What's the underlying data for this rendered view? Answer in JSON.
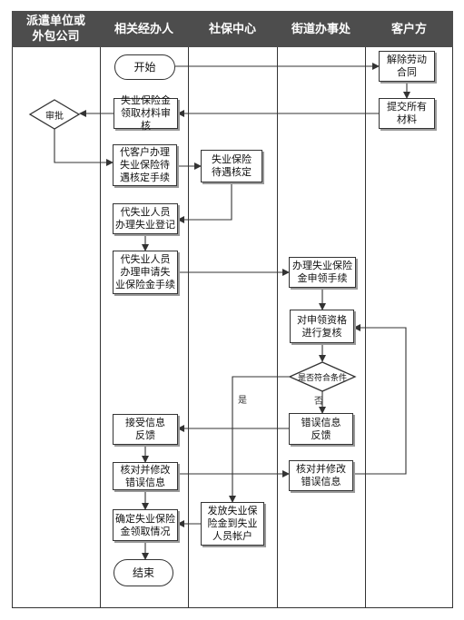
{
  "lanes": [
    {
      "id": "dispatch",
      "label": "派遣单位或\n外包公司"
    },
    {
      "id": "handler",
      "label": "相关经办人"
    },
    {
      "id": "social",
      "label": "社保中心"
    },
    {
      "id": "street",
      "label": "街道办事处"
    },
    {
      "id": "client",
      "label": "客户方"
    }
  ],
  "nodes": {
    "start": "开始",
    "terminate_contract": "解除劳动\n合同",
    "submit_materials": "提交所有\n材料",
    "review_materials": "失业保险金\n领取材料审核",
    "approve": "审批",
    "handle_verification": "代客户办理\n失业保险待\n遇核定手续",
    "benefit_verification": "失业保险\n待遇核定",
    "unemployment_registration": "代失业人员\n办理失业登记",
    "apply_procedure": "代失业人员\n办理申请失\n业保险金手续",
    "street_apply_procedure": "办理失业保险\n金申领手续",
    "recheck_qualification": "对申领资格\n进行复核",
    "qualified_check": "是否符合条件",
    "error_info": "错误信息\n反馈",
    "receive_feedback": "接受信息\n反馈",
    "verify_modify_left": "核对并修改\n错误信息",
    "verify_modify_right": "核对并修改\n错误信息",
    "confirm_status": "确定失业保险\n金领取情况",
    "pay_benefit": "发放失业保\n险金到失业\n人员帐户",
    "end": "结束"
  },
  "edge_labels": {
    "yes": "是",
    "no": "否"
  },
  "colors": {
    "header_bg": "#4d4d4d",
    "header_text": "#ffffff",
    "line": "#333333"
  }
}
